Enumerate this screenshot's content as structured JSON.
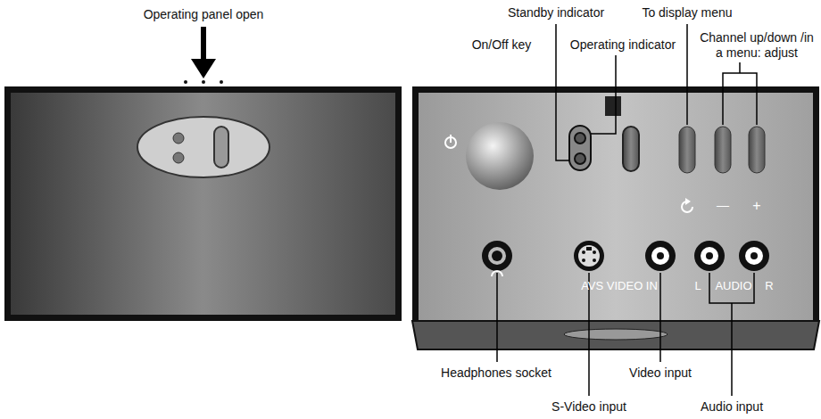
{
  "diagram": {
    "labels": [
      "Operating panel open",
      "Standby indicator",
      "To display menu",
      "Channel up/down /in a menu: adjust",
      "On/Off key",
      "Operating indicator",
      "—",
      "+",
      "AVS VIDEO IN",
      "L",
      "AUDIO",
      "R",
      "Headphones socket",
      "Video input",
      "S-Video input",
      "Audio input"
    ]
  }
}
